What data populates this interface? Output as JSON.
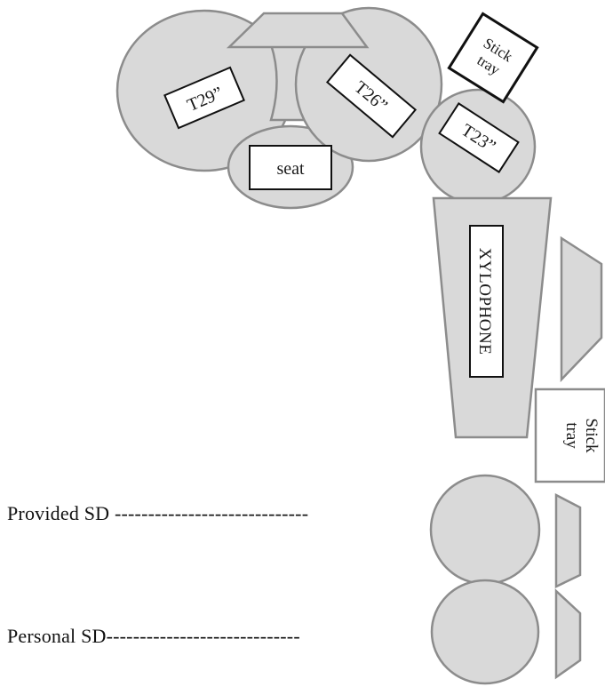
{
  "diagram": {
    "drums": {
      "t29": "T29”",
      "t26": "T26”",
      "t23": "T23”"
    },
    "seat": "seat",
    "xylophone": "XYLOPHONE",
    "stick_tray_top": [
      "Stick",
      "tray"
    ],
    "stick_tray_side": [
      "Stick",
      "tray"
    ],
    "provided_sd": "Provided SD -----------------------------",
    "personal_sd": "Personal SD-----------------------------"
  }
}
